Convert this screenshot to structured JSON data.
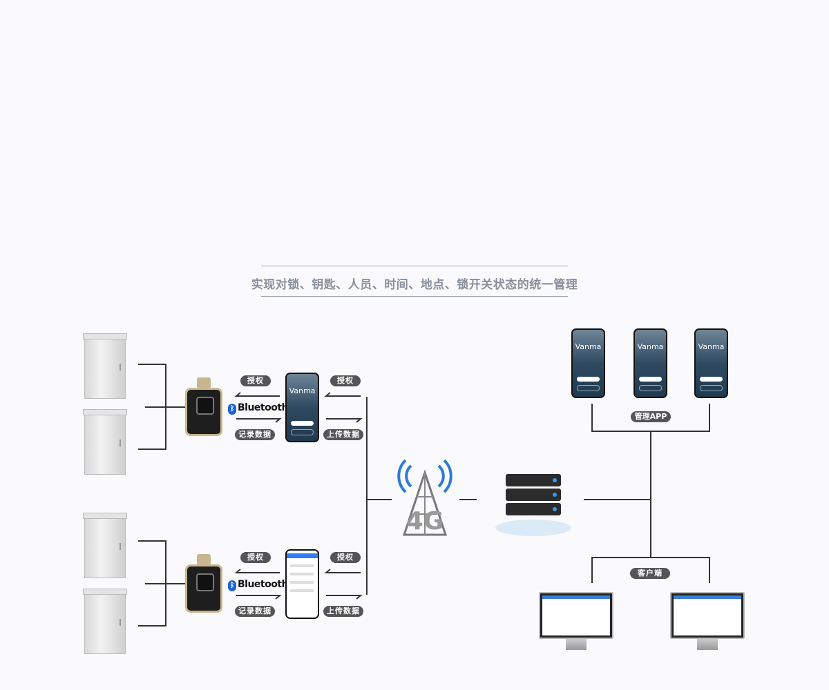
{
  "title": "实现对锁、钥匙、人员、时间、地点、锁开关状态的统一管理",
  "labels": {
    "authorize": "授权",
    "record_data": "记录数据",
    "upload_data": "上传数据",
    "management_app": "管理APP",
    "client": "客户端",
    "bluetooth": "Bluetooth",
    "network": "4G",
    "app_brand": "Vanma"
  },
  "colors": {
    "tag_bg": "#555555",
    "title": "#8a8f9c",
    "bluetooth": "#1a62d8"
  }
}
